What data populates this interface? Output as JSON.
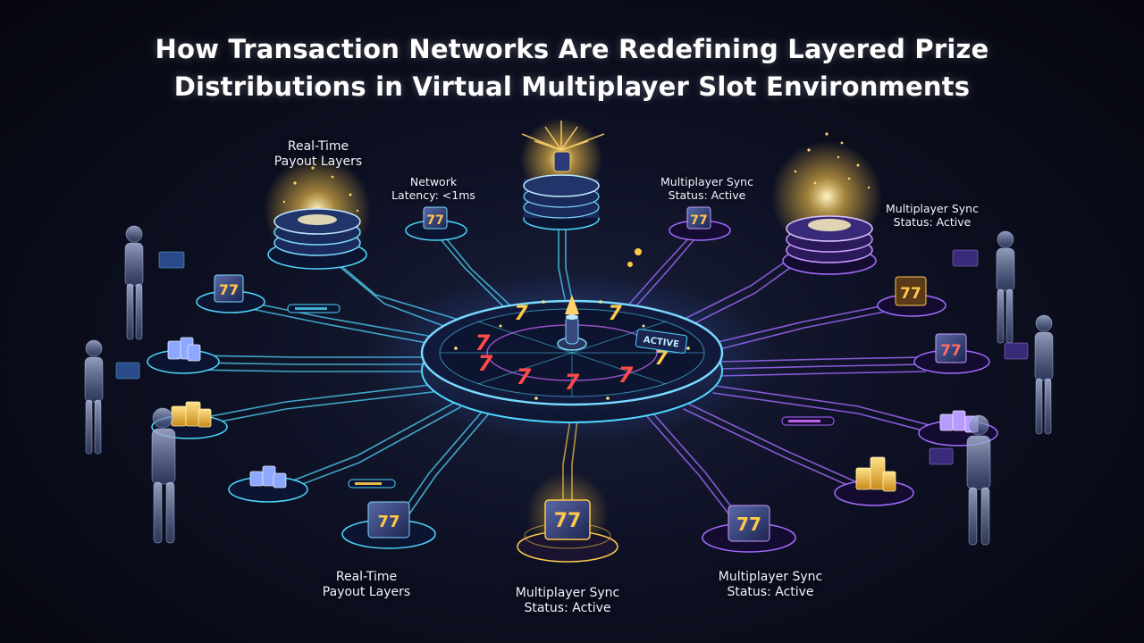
{
  "title_lines": [
    "How Transaction Networks Are Redefining Layered Prize",
    "Distributions in Virtual Multiplayer Slot Environments"
  ],
  "labels": {
    "payout_top": {
      "line1": "Real-Time",
      "line2": "Payout Layers"
    },
    "latency": {
      "line1": "Network",
      "line2": "Latency: <1ms"
    },
    "sync_top_center": {
      "line1": "Multiplayer Sync",
      "line2": "Status: Active"
    },
    "sync_top_right": {
      "line1": "Multiplayer Sync",
      "line2": "Status: Active"
    },
    "payout_bottom": {
      "line1": "Real-Time",
      "line2": "Payout Layers"
    },
    "sync_bottom_center": {
      "line1": "Multiplayer Sync",
      "line2": "Status: Active"
    },
    "sync_bottom_right": {
      "line1": "Multiplayer Sync",
      "line2": "Status: Active"
    }
  },
  "wheel_symbols": [
    "7",
    "7",
    "7",
    "7",
    "7",
    "7",
    "7",
    "7"
  ],
  "wheel_panel_text": "ACTIVE",
  "colors": {
    "cyan": "#4fd8ff",
    "blue": "#3b7bff",
    "purple": "#a46bff",
    "magenta": "#d06bff",
    "gold": "#ffc94a",
    "red": "#ff4a4a"
  },
  "icons": [
    "slot-cube-icon",
    "coin-stack-icon",
    "player-figure-icon",
    "prize-tower-icon",
    "spin-wheel-icon"
  ]
}
